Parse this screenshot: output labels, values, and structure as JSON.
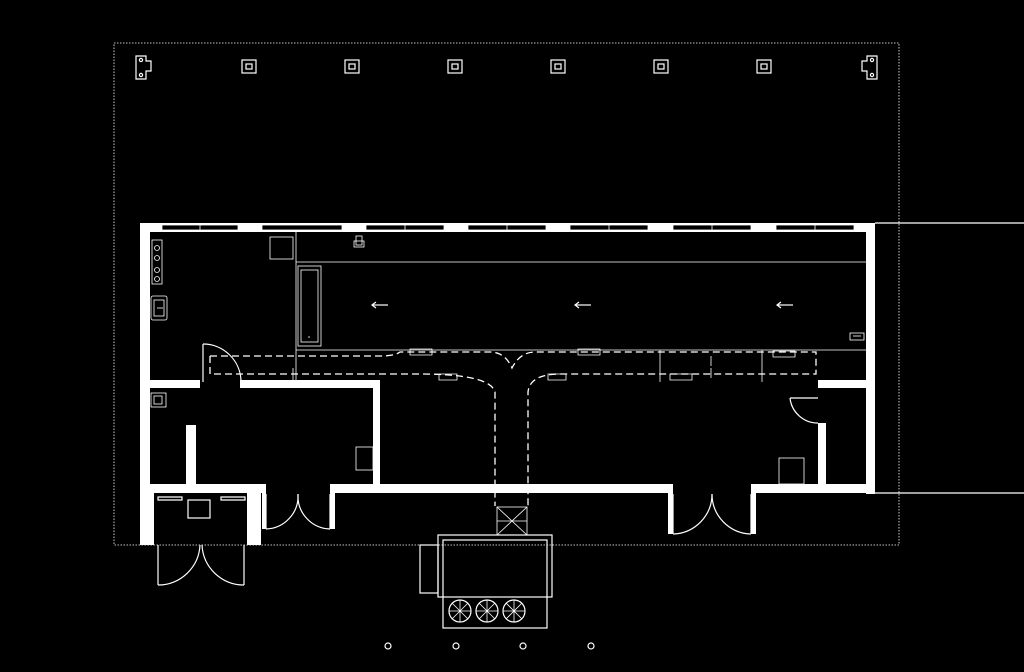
{
  "drawing": {
    "kind": "architectural floor plan",
    "colors": {
      "background": "#000000",
      "linework": "#ffffff"
    },
    "rooms": [
      "main-hall",
      "kitchen-area",
      "washroom",
      "storage-room",
      "entrance-vestibule",
      "corner-room"
    ],
    "icons": [
      "door-swing-icon",
      "double-door-icon",
      "hvac-unit-icon",
      "fan-icon",
      "column-icon",
      "airflow-arrow-icon",
      "duct-icon"
    ],
    "counts": {
      "canopy_columns": 8,
      "window_bays": 7,
      "hvac_fans": 3,
      "bollards": 4,
      "airflow_arrows": 3
    }
  }
}
